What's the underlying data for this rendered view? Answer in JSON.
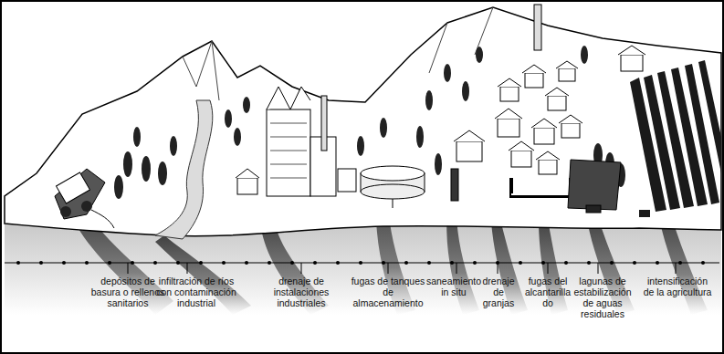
{
  "diagram": {
    "labels": [
      "depósitos de basura o rellenos sanitarios",
      "infiltración de ríos con contaminación industrial",
      "drenaje de instalaciones industriales",
      "fugas de tanques de almacenamiento",
      "saneamiento in situ",
      "drenaje de granjas",
      "fugas del alcantarilla do",
      "lagunas de estabilización de aguas residuales",
      "intensificación de la agricultura"
    ]
  }
}
